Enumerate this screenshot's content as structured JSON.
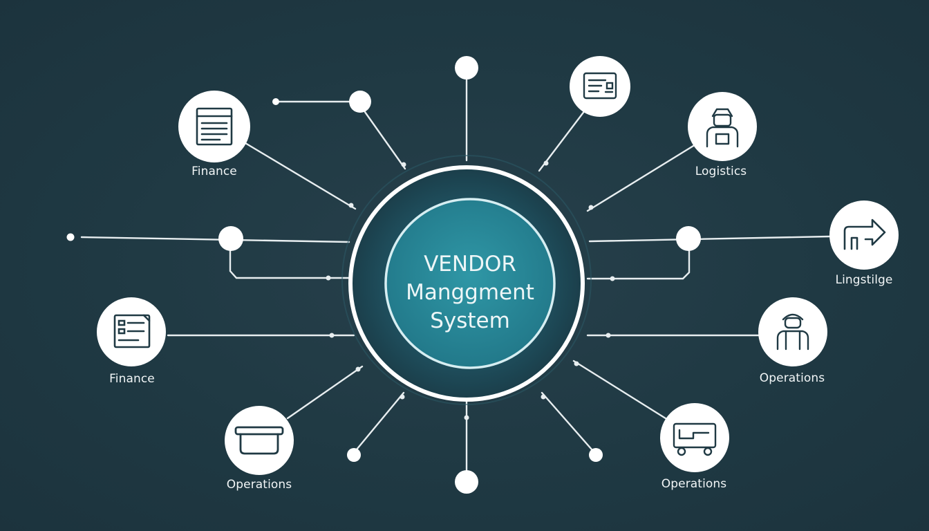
{
  "hub": {
    "line1": "VENDOR",
    "line2": "Manggment",
    "line3": "System"
  },
  "nodes": [
    {
      "id": "top-left",
      "label": "Finance",
      "icon": "document-icon"
    },
    {
      "id": "top-center",
      "label": "",
      "icon": "invoice-card-icon"
    },
    {
      "id": "right-top",
      "label": "Logistics",
      "icon": "worker-icon"
    },
    {
      "id": "right-mid",
      "label": "Lingstilge",
      "icon": "arrow-truck-icon"
    },
    {
      "id": "left-mid",
      "label": "Finance",
      "icon": "form-list-icon"
    },
    {
      "id": "right-low",
      "label": "Operations",
      "icon": "person-icon"
    },
    {
      "id": "bottom-left",
      "label": "Operations",
      "icon": "basket-icon"
    },
    {
      "id": "bottom-right",
      "label": "Operations",
      "icon": "truck-icon"
    }
  ],
  "colors": {
    "background": "#1f3943",
    "line": "#e8eef0",
    "hub_ring": "#ffffff",
    "hub_outer": "#1f4a58",
    "hub_inner": "#2a8797",
    "node_fill": "#ffffff",
    "icon_stroke": "#1f3943"
  }
}
